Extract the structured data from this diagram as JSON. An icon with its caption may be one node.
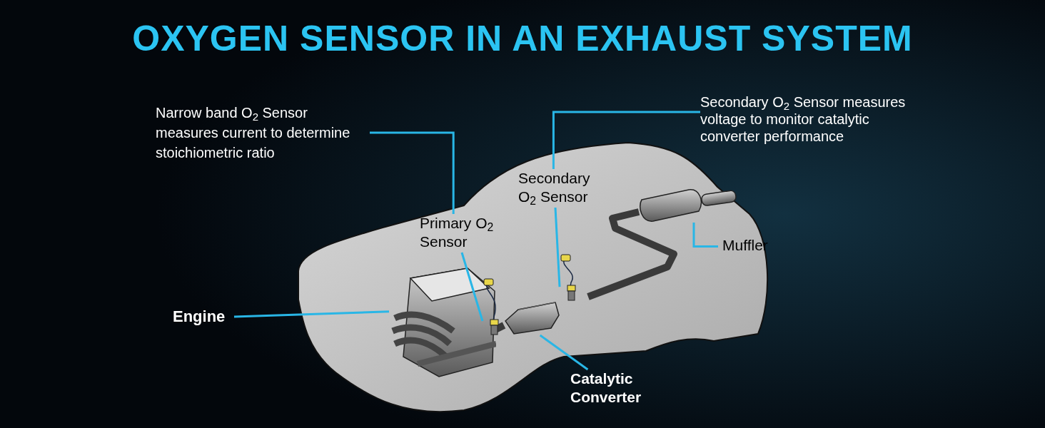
{
  "diagram": {
    "title": "OXYGEN SENSOR IN AN EXHAUST SYSTEM",
    "nodes": [
      {
        "text": [
          "Narrow band O$_{2}$ Sensor measures current to determine stoichiometric ratio"
        ]
      },
      {
        "text": [
          "Primary O$_{2}$ Sensor"
        ],
        "in": 7
      },
      {
        "text": [
          "Secondary O$_{2}$ Sensor measures voltage to monitor catalytic converter performance"
        ]
      },
      {
        "text": [
          "Secondary O$_{2}$ Sensor"
        ],
        "in": 7
      },
      {
        "text": [
          "Engine"
        ]
      },
      {
        "text": [
          "Catalytic Converter"
        ]
      },
      {
        "text": [
          "Muffler"
        ],
        "in": 7
      },
      {
        "text": [],
        "shape": "picture"
      },
      {
        "text": [],
        "shape": "picture",
        "in": 7
      },
      {
        "text": [],
        "shape": "picture",
        "in": 7
      },
      {
        "text": [],
        "shape": "picture",
        "in": 7
      },
      {
        "text": [],
        "shape": "picture",
        "in": 7
      },
      {
        "text": [],
        "shape": "picture",
        "in": 7
      }
    ],
    "edges": [
      {
        "from": 0,
        "to": 1,
        "arrow": "none"
      },
      {
        "from": 1,
        "to": 9,
        "arrow": "none"
      },
      {
        "from": 2,
        "to": 3,
        "arrow": "none"
      },
      {
        "from": 3,
        "to": 10,
        "arrow": "none"
      },
      {
        "from": 4,
        "to": 8,
        "arrow": "none"
      },
      {
        "from": 5,
        "to": 11,
        "arrow": "none"
      },
      {
        "from": 6,
        "to": 12,
        "arrow": "none"
      }
    ]
  }
}
